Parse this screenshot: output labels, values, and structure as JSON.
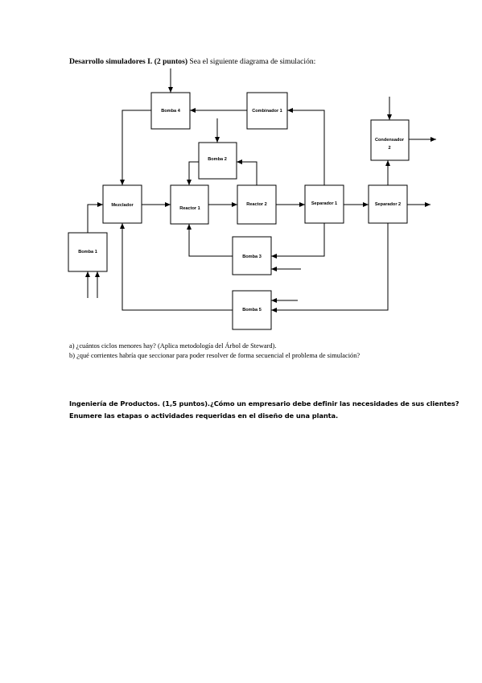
{
  "question1": {
    "heading_bold": "Desarrollo simuladores I. (2 puntos)",
    "heading_rest": " Sea el siguiente diagrama de simulación:",
    "item_a": "a) ¿cuántos ciclos menores hay? (Aplica metodología del Árbol de Steward).",
    "item_b": "b) ¿qué corrientes habría que seccionar para poder resolver de forma secuencial el problema de simulación?"
  },
  "diagram": {
    "blocks": {
      "bomba4": "Bomba 4",
      "combinador1": "Combinador 1",
      "condensador2_line1": "Condensador",
      "condensador2_line2": "2",
      "bomba2": "Bomba 2",
      "mezclador": "Mezclador",
      "reactor1": "Reactor 1",
      "reactor2": "Reactor 2",
      "separador1": "Separador 1",
      "separador2": "Separador 2",
      "bomba1": "Bomba 1",
      "bomba3": "Bomba 3",
      "bomba5": "Bomba 5"
    }
  },
  "question2": {
    "line1": "Ingeniería de Productos. (1,5 puntos).¿Cómo un empresario debe definir las necesidades de sus clientes?",
    "line2": "Enumere las etapas o actividades requeridas en el diseño de una planta."
  }
}
